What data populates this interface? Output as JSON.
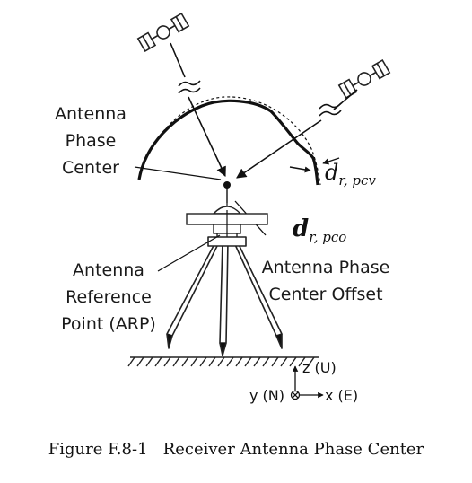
{
  "labels": {
    "apc": [
      "Antenna",
      "Phase",
      "Center"
    ],
    "apc_offset": [
      "Antenna Phase",
      "Center Offset"
    ],
    "arp": [
      "Antenna",
      "Reference",
      "Point (ARP)"
    ],
    "d_pcv": {
      "main": "d",
      "sub": "r, pcv"
    },
    "d_pco": {
      "main": "d",
      "sub": "r, pco"
    }
  },
  "axes": {
    "z": "z (U)",
    "y": "y (N)",
    "x": "x (E)"
  },
  "caption": "Figure F.8-1   Receiver Antenna Phase Center",
  "icons": [
    "satellite-icon",
    "signal-break-icon",
    "tripod-icon",
    "ground-hatch-icon"
  ],
  "colors": {
    "ink": "#111111",
    "background": "#ffffff"
  }
}
